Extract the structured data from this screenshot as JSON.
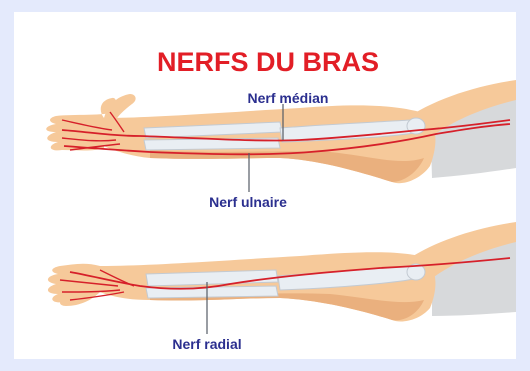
{
  "title": "NERFS DU BRAS",
  "labels": {
    "median": "Nerf médian",
    "ulnar": "Nerf ulnaire",
    "radial": "Nerf radial"
  },
  "colors": {
    "title": "#e21e26",
    "label": "#2b2f8f",
    "nerve": "#d6202a",
    "skin": "#f6c99a",
    "skin_shadow": "#eab07e",
    "bone": "#e9eef3",
    "torso": "#d7d9db",
    "background": "#e4eafc"
  }
}
